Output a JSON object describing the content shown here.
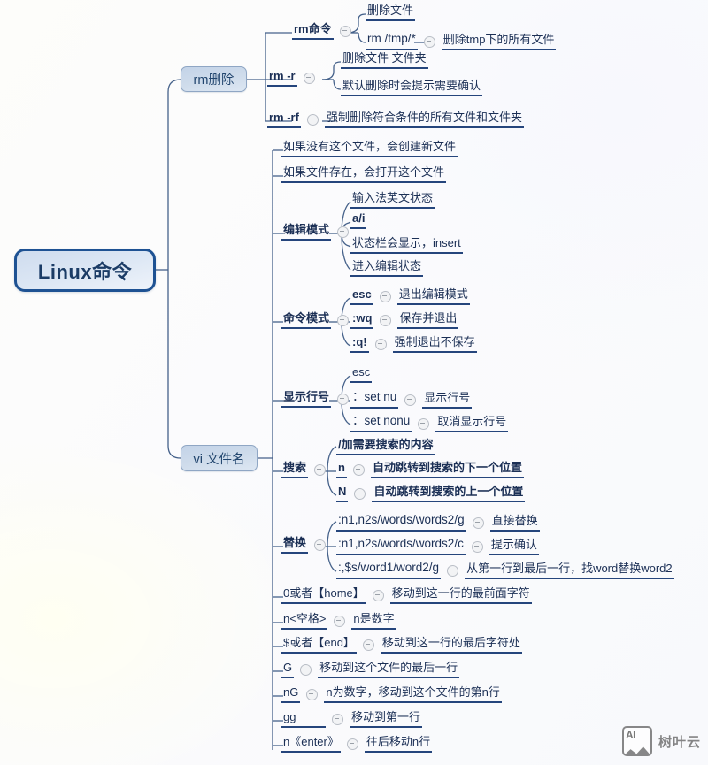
{
  "root": {
    "label": "Linux命令"
  },
  "branches": [
    {
      "id": "rm",
      "label": "rm删除",
      "children": [
        {
          "label": "rm命令",
          "children": [
            {
              "label": "删除文件"
            },
            {
              "label": "rm /tmp/*",
              "note": "删除tmp下的所有文件"
            }
          ]
        },
        {
          "label": "rm -r",
          "children": [
            {
              "label": "删除文件 文件夹"
            },
            {
              "label": "默认删除时会提示需要确认"
            }
          ]
        },
        {
          "label": "rm -rf",
          "note": "强制删除符合条件的所有文件和文件夹"
        }
      ]
    },
    {
      "id": "vi",
      "label": "vi 文件名",
      "children": [
        {
          "label": "如果没有这个文件，会创建新文件"
        },
        {
          "label": "如果文件存在，会打开这个文件"
        },
        {
          "label": "编辑模式",
          "children": [
            {
              "label": "输入法英文状态"
            },
            {
              "label": "a/i"
            },
            {
              "label": "状态栏会显示，insert"
            },
            {
              "label": "进入编辑状态"
            }
          ]
        },
        {
          "label": "命令模式",
          "children": [
            {
              "label": "esc",
              "note": "退出编辑模式"
            },
            {
              "label": ":wq",
              "note": "保存并退出"
            },
            {
              "label": ":q!",
              "note": "强制退出不保存"
            }
          ]
        },
        {
          "label": "显示行号",
          "children": [
            {
              "label": "esc"
            },
            {
              "label": "：set nu",
              "note": "显示行号"
            },
            {
              "label": "：set nonu",
              "note": "取消显示行号"
            }
          ]
        },
        {
          "label": "搜索",
          "children": [
            {
              "label": "/加需要搜索的内容"
            },
            {
              "label": "n",
              "note": "自动跳转到搜索的下一个位置"
            },
            {
              "label": "N",
              "note": "自动跳转到搜索的上一个位置"
            }
          ]
        },
        {
          "label": "替换",
          "children": [
            {
              "label": ":n1,n2s/words/words2/g",
              "note": "直接替换"
            },
            {
              "label": ":n1,n2s/words/words2/c",
              "note": "提示确认"
            },
            {
              "label": ":,$s/word1/word2/g",
              "note": "从第一行到最后一行，找word替换word2"
            }
          ]
        },
        {
          "label": "0或者【home】",
          "note": "移动到这一行的最前面字符"
        },
        {
          "label": "n<空格>",
          "note": "n是数字"
        },
        {
          "label": "$或者【end】",
          "note": "移动到这一行的最后字符处"
        },
        {
          "label": "G",
          "note": "移动到这个文件的最后一行"
        },
        {
          "label": "nG",
          "note": "n为数字，移动到这个文件的第n行"
        },
        {
          "label": "gg",
          "note": "移动到第一行"
        },
        {
          "label": "n《enter》",
          "note": "往后移动n行"
        }
      ]
    }
  ],
  "watermark": {
    "icon": "ai-image-icon",
    "badge": "AI",
    "text": "树叶云"
  },
  "colors": {
    "root_border": "#1e5293",
    "node_border": "#8fa6c4",
    "underline": "#25457c",
    "wire": "#45618a",
    "text": "#1b2f55"
  }
}
